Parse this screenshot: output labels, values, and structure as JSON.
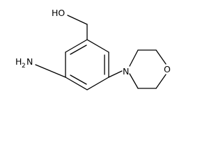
{
  "structure": {
    "labels": {
      "hydroxyl": "HO",
      "amine_element": "H",
      "amine_subscript": "2",
      "amine_nitrogen": "N",
      "morpholine_nitrogen": "N",
      "morpholine_oxygen": "O"
    },
    "colors": {
      "bond": "#000000",
      "text": "#000000",
      "background": "#ffffff"
    }
  }
}
